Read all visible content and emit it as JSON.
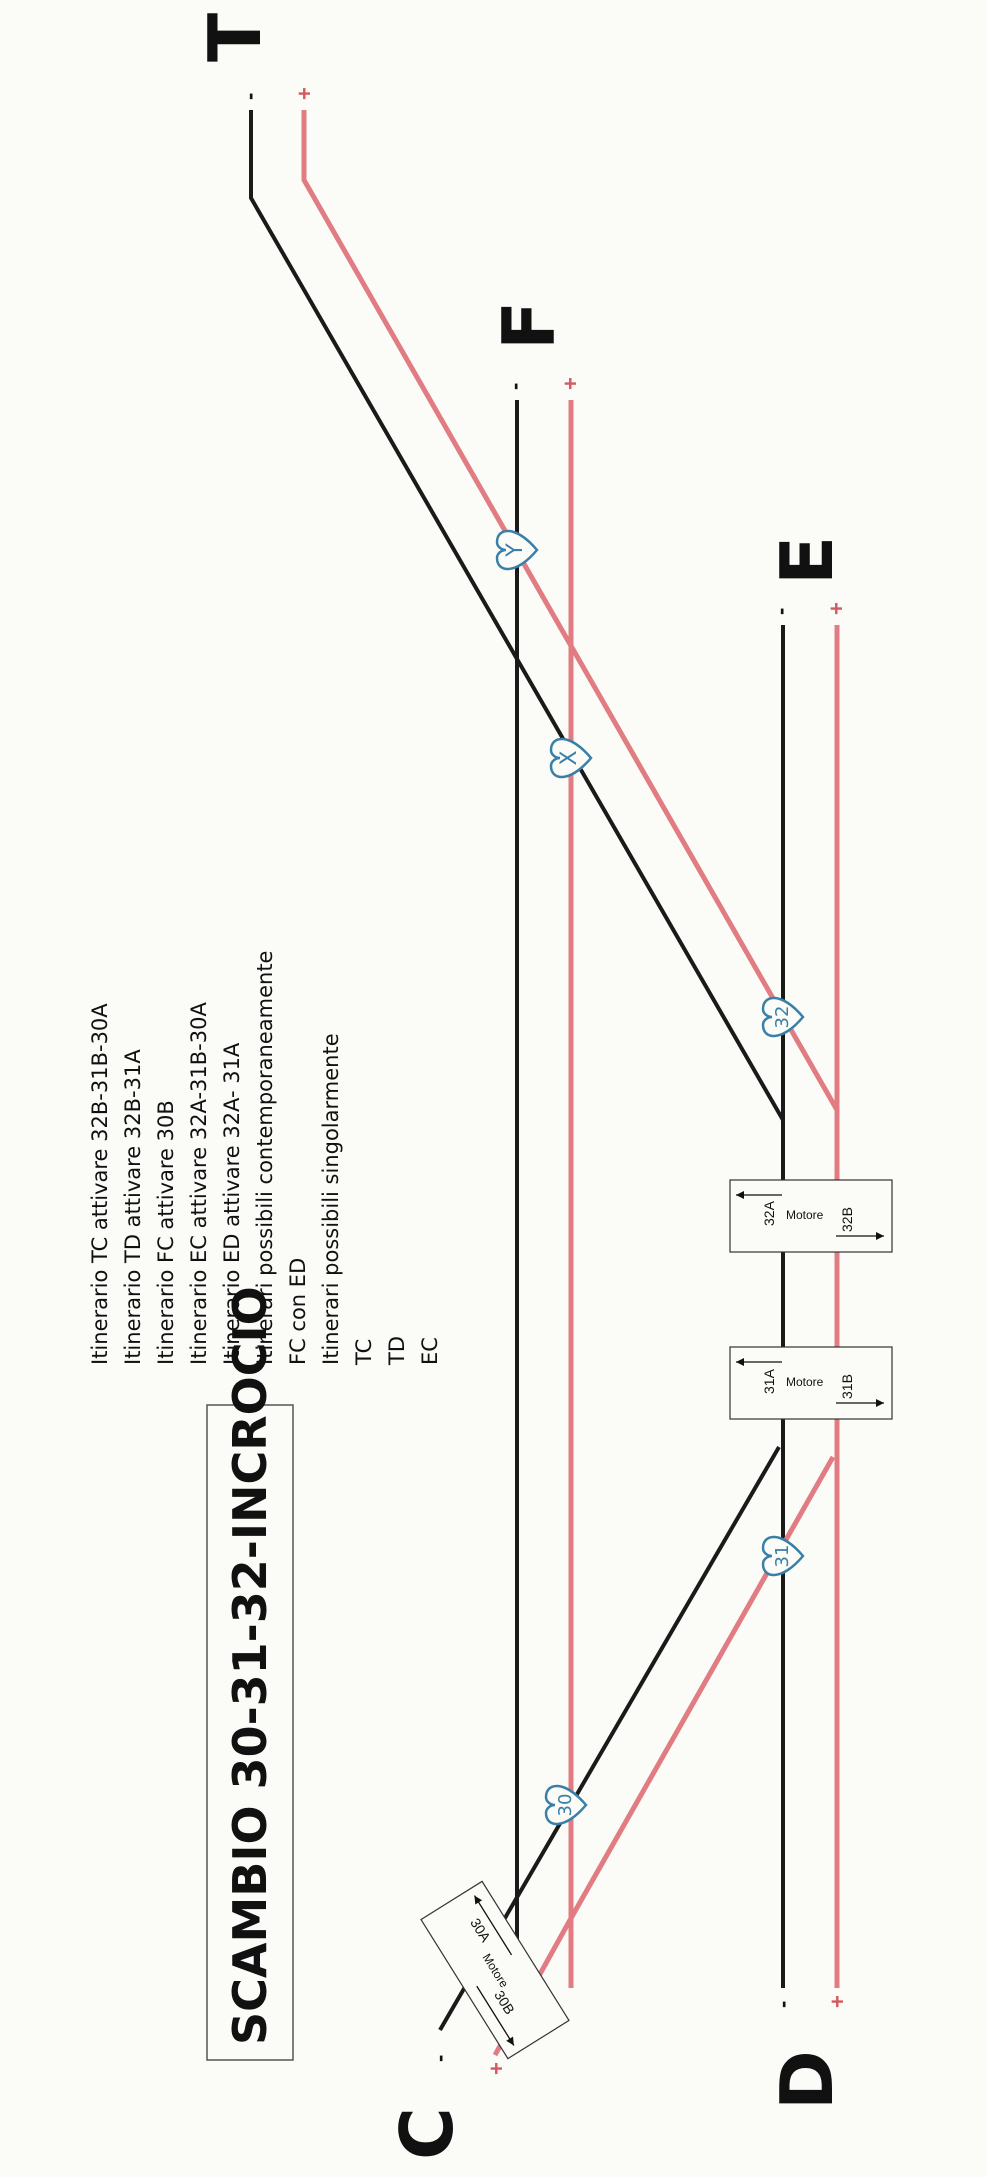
{
  "title": "SCAMBIO 30-31-32-INCROCIO",
  "terminals": {
    "C": {
      "letter": "C",
      "minus": "-",
      "plus": "+"
    },
    "D": {
      "letter": "D",
      "minus": "-",
      "plus": "+"
    },
    "E": {
      "letter": "E",
      "minus": "-",
      "plus": "+"
    },
    "F": {
      "letter": "F",
      "minus": "-",
      "plus": "+"
    },
    "T": {
      "letter": "T",
      "minus": "-",
      "plus": "+"
    }
  },
  "notes": [
    "Itinerario TC attivare 32B-31B-30A",
    "Itinerario TD attivare 32B-31A",
    "Itinerario FC attivare 30B",
    "Itinerario EC attivare 32A-31B-30A",
    "Itinerario ED attivare 32A- 31A",
    "Itinerari possibili contemporaneamente",
    "FC con ED",
    "Itinerari possibili singolarmente",
    "TC",
    "TD",
    "EC"
  ],
  "badges": {
    "b30": "30",
    "b31": "31",
    "b32": "32",
    "bX": "X",
    "bY": "Y"
  },
  "motors": {
    "m30": {
      "a": "30A",
      "b": "30B",
      "label": "Motore"
    },
    "m31": {
      "a": "31A",
      "b": "31B",
      "label": "Motore"
    },
    "m32": {
      "a": "32A",
      "b": "32B",
      "label": "Motore"
    }
  },
  "colors": {
    "negative_rail": "#1a1a1a",
    "positive_rail": "#e07c82",
    "badge": "#3a7fa8",
    "background": "#fbfbf8"
  }
}
